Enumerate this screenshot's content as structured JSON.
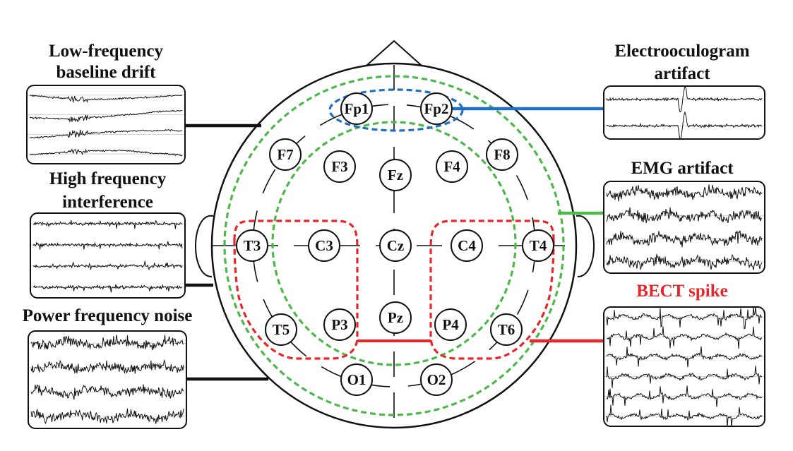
{
  "left_panels": [
    {
      "title_lines": [
        "Low-frequency",
        "baseline drift"
      ],
      "kind": "drift",
      "connector_color": "#111111"
    },
    {
      "title_lines": [
        "High frequency",
        "interference"
      ],
      "kind": "hf",
      "connector_color": "#111111"
    },
    {
      "title_lines": [
        "Power frequency noise"
      ],
      "kind": "power",
      "connector_color": "#111111"
    }
  ],
  "right_panels": [
    {
      "title_lines": [
        "Electrooculogram",
        "artifact"
      ],
      "title_color": "#111111",
      "kind": "eog",
      "connector_color": "#1f6fc4"
    },
    {
      "title_lines": [
        "EMG artifact"
      ],
      "title_color": "#111111",
      "kind": "emg",
      "connector_color": "#4cb848"
    },
    {
      "title_lines": [
        "BECT spike"
      ],
      "title_color": "#e8262a",
      "kind": "bect",
      "connector_color": "#e8262a"
    }
  ],
  "channels": [
    "Fp1",
    "Fp2",
    "F7",
    "F3",
    "Fz",
    "F4",
    "F8",
    "T3",
    "C3",
    "Cz",
    "C4",
    "T4",
    "T5",
    "P3",
    "Pz",
    "P4",
    "T6",
    "O1",
    "O2"
  ],
  "colors": {
    "eog_region": "#1f6fc4",
    "emg_region": "#4cb848",
    "bect_region": "#e8262a",
    "line": "#111111",
    "grid": "#c8c8c8"
  }
}
